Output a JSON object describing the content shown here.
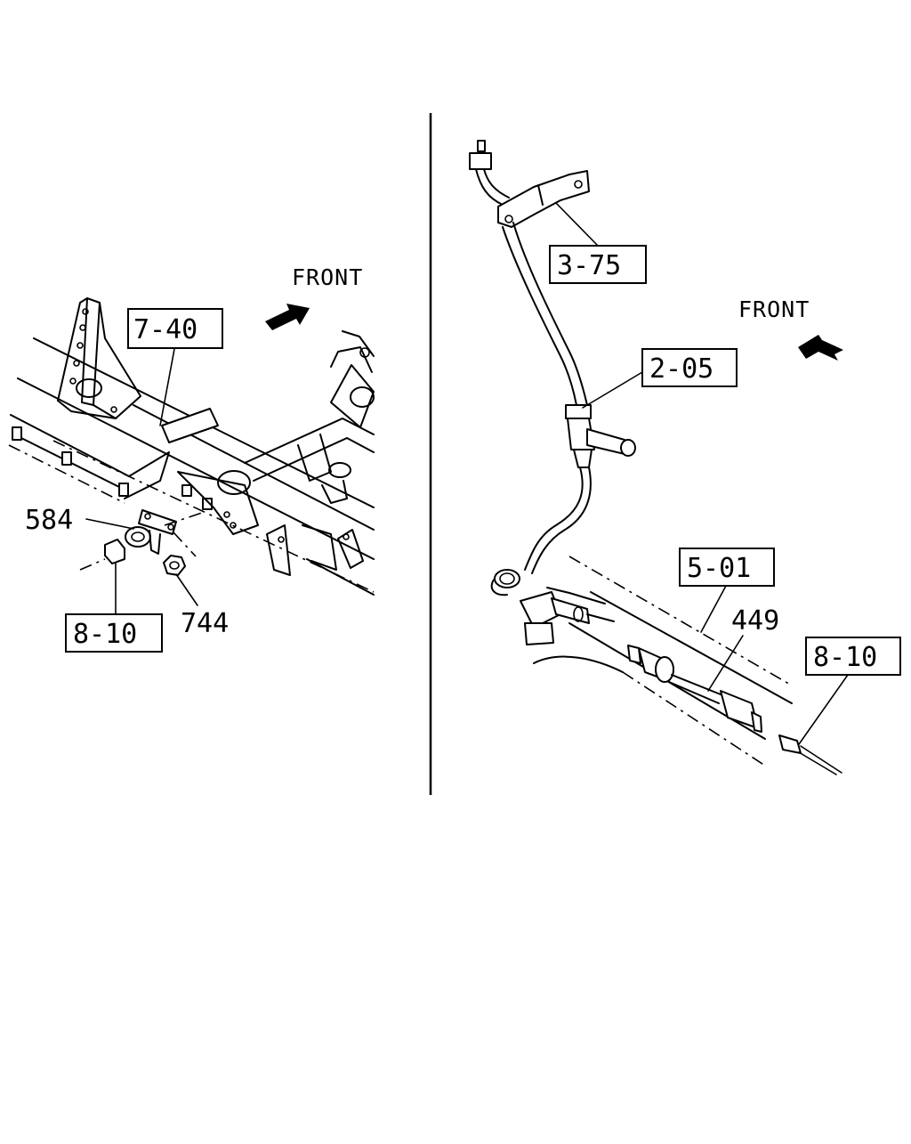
{
  "left_panel": {
    "direction_label": "FRONT",
    "callouts": {
      "ref_7_40": "7-40",
      "part_584": "584",
      "ref_8_10": "8-10",
      "part_744": "744"
    }
  },
  "right_panel": {
    "direction_label": "FRONT",
    "callouts": {
      "ref_3_75": "3-75",
      "ref_2_05": "2-05",
      "ref_5_01": "5-01",
      "part_449": "449",
      "ref_8_10": "8-10"
    }
  }
}
